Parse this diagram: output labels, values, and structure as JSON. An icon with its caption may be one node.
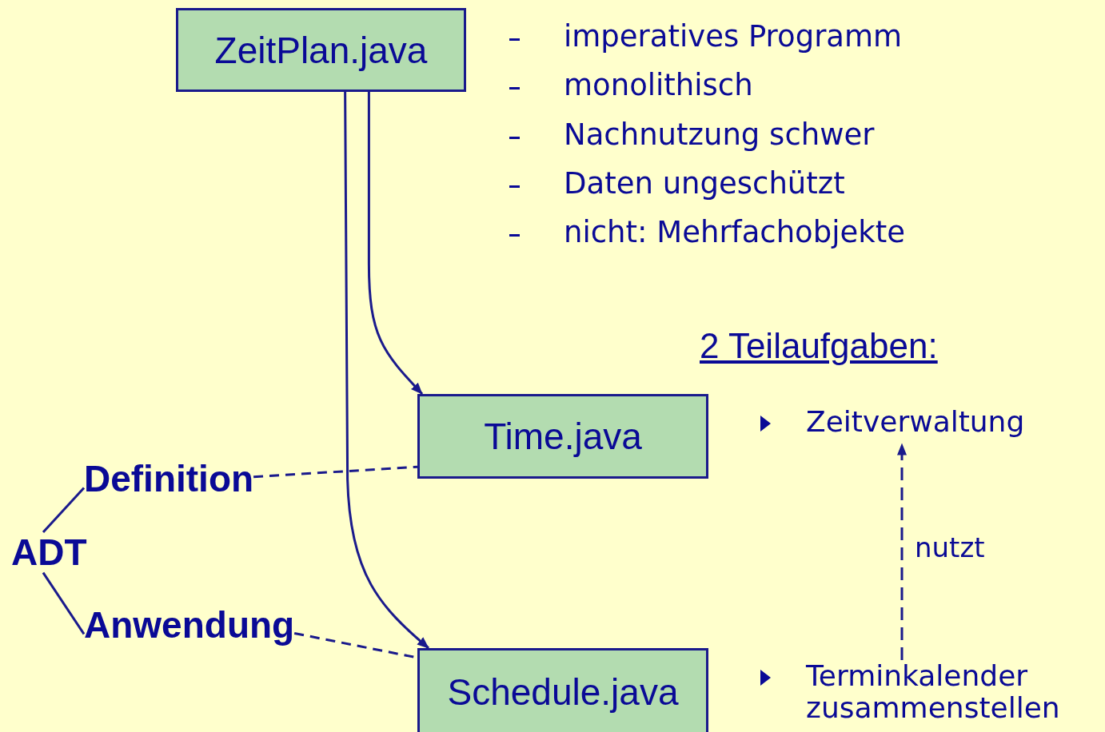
{
  "diagram": {
    "nodes": [
      {
        "text": [
          "ZeitPlan.java"
        ]
      },
      {
        "text": [
          "Time.java"
        ]
      },
      {
        "text": [
          "Schedule.java"
        ]
      },
      {
        "text": [
          "Definition"
        ]
      },
      {
        "text": [
          "Anwendung"
        ]
      },
      {
        "text": [
          "ADT"
        ]
      },
      {
        "text": [
          "Zeitverwaltung"
        ]
      },
      {
        "text": [
          "Terminkalender zusammenstellen"
        ]
      }
    ],
    "edges": [
      {
        "from": 0,
        "to": 1,
        "arrow": "to"
      },
      {
        "from": 0,
        "to": 2,
        "arrow": "to"
      },
      {
        "from": 3,
        "to": 1,
        "arrow": "none",
        "style": "dashed"
      },
      {
        "from": 4,
        "to": 2,
        "arrow": "none",
        "style": "dashed"
      },
      {
        "from": 5,
        "to": 3,
        "arrow": "none"
      },
      {
        "from": 5,
        "to": 4,
        "arrow": "none"
      },
      {
        "from": 7,
        "to": 6,
        "arrow": "to",
        "style": "dashed",
        "label": "nutzt"
      }
    ],
    "labels": [
      "imperatives Programm",
      "monolithisch",
      "Nachnutzung schwer",
      "Daten ungeschützt",
      "nicht: Mehrfachobjekte",
      "2 Teilaufgaben:"
    ]
  }
}
